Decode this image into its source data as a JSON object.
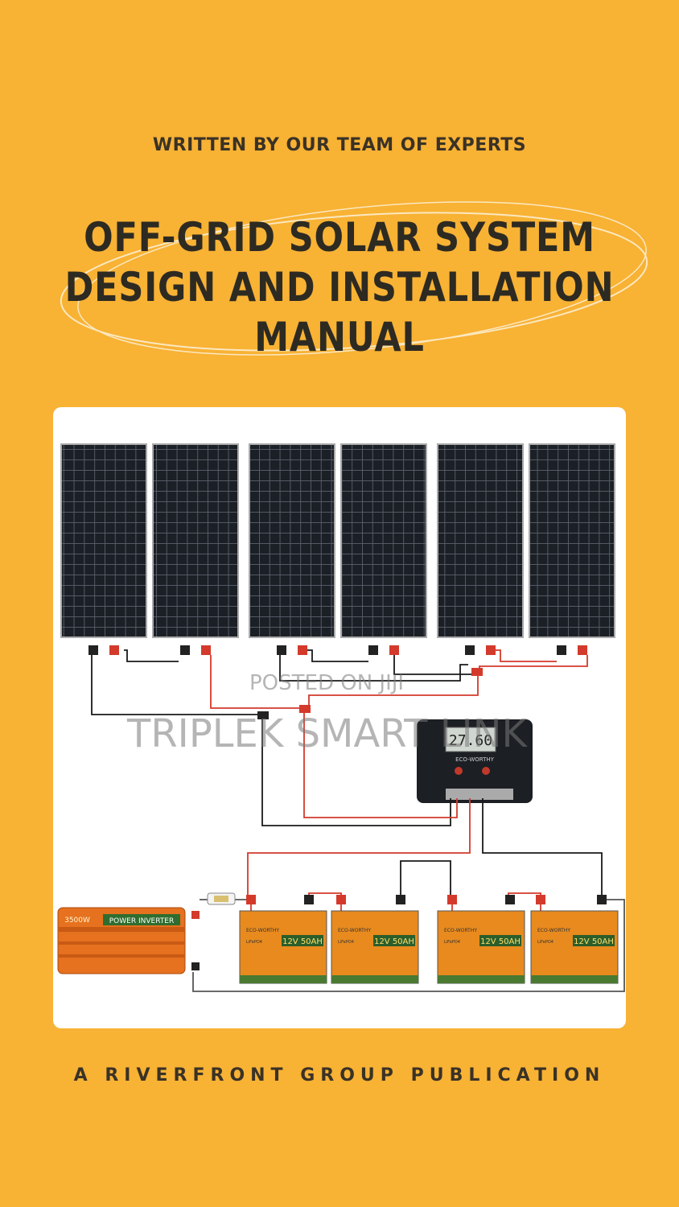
{
  "cover": {
    "tagline": "WRITTEN BY OUR TEAM OF EXPERTS",
    "title_lines": [
      "OFF-GRID SOLAR SYSTEM",
      "DESIGN AND INSTALLATION",
      "MANUAL"
    ],
    "publisher": "A RIVERFRONT GROUP PUBLICATION",
    "background_color": "#F8B234"
  },
  "watermark": {
    "posted": "POSTED ON JIJI",
    "brand": "TRIPLEK SMART LINK"
  },
  "diagram": {
    "controller": {
      "brand": "ECO-WORTHY",
      "display": "27.60"
    },
    "inverter": {
      "rating": "3500W",
      "label": "POWER INVERTER"
    },
    "batteries": [
      {
        "brand": "ECO-WORTHY",
        "rating": "12V 50AH",
        "chem": "LiFePO4"
      },
      {
        "brand": "ECO-WORTHY",
        "rating": "12V 50AH",
        "chem": "LiFePO4"
      },
      {
        "brand": "ECO-WORTHY",
        "rating": "12V 50AH",
        "chem": "LiFePO4"
      },
      {
        "brand": "ECO-WORTHY",
        "rating": "12V 50AH",
        "chem": "LiFePO4"
      }
    ],
    "colors": {
      "positive": "#d33a2c",
      "negative": "#1a1a1a",
      "panel": "#1b1f26"
    }
  }
}
